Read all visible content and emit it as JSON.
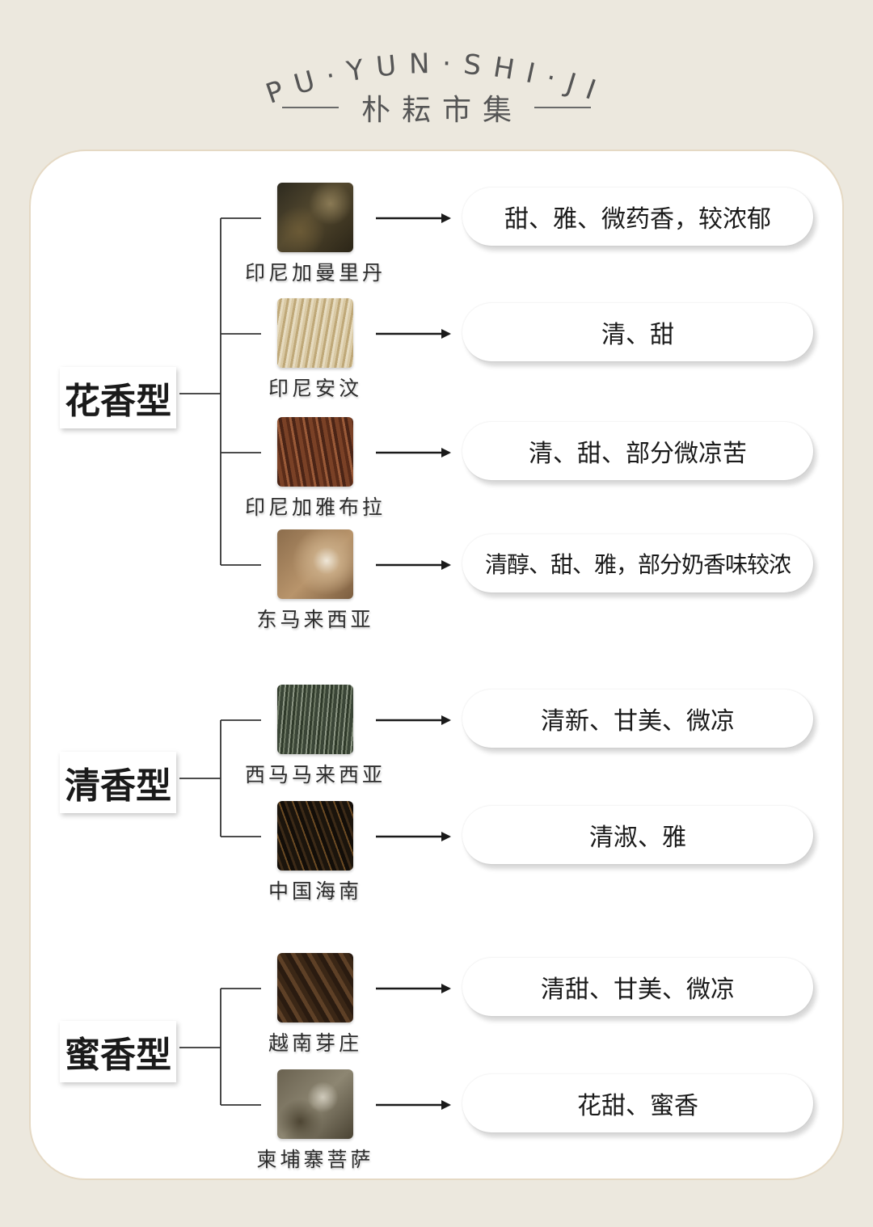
{
  "header": {
    "brand_latin": "PU·YUN·SHI·JI",
    "brand_cn": "朴耘市集"
  },
  "groups": [
    {
      "label": "花香型",
      "items": [
        {
          "name": "印尼加曼里丹",
          "desc": "甜、雅、微药香，较浓郁",
          "texture": "dark-mottled"
        },
        {
          "name": "印尼安汶",
          "desc": "清、甜",
          "texture": "light-fibrous"
        },
        {
          "name": "印尼加雅布拉",
          "desc": "清、甜、部分微凉苦",
          "texture": "brown-streaked"
        },
        {
          "name": "东马来西亚",
          "desc": "清醇、甜、雅，部分奶香味较浓",
          "texture": "tan-smooth"
        }
      ]
    },
    {
      "label": "清香型",
      "items": [
        {
          "name": "西马马来西亚",
          "desc": "清新、甘美、微凉",
          "texture": "grey-striated"
        },
        {
          "name": "中国海南",
          "desc": "清淑、雅",
          "texture": "black-resin"
        }
      ]
    },
    {
      "label": "蜜香型",
      "items": [
        {
          "name": "越南芽庄",
          "desc": "清甜、甘美、微凉",
          "texture": "dark-chunk"
        },
        {
          "name": "柬埔寨菩萨",
          "desc": "花甜、蜜香",
          "texture": "grey-speckled"
        }
      ]
    }
  ],
  "colors": {
    "page_background": "#ece8de",
    "card_border": "#e5d9c4",
    "connector_line": "#333333"
  }
}
